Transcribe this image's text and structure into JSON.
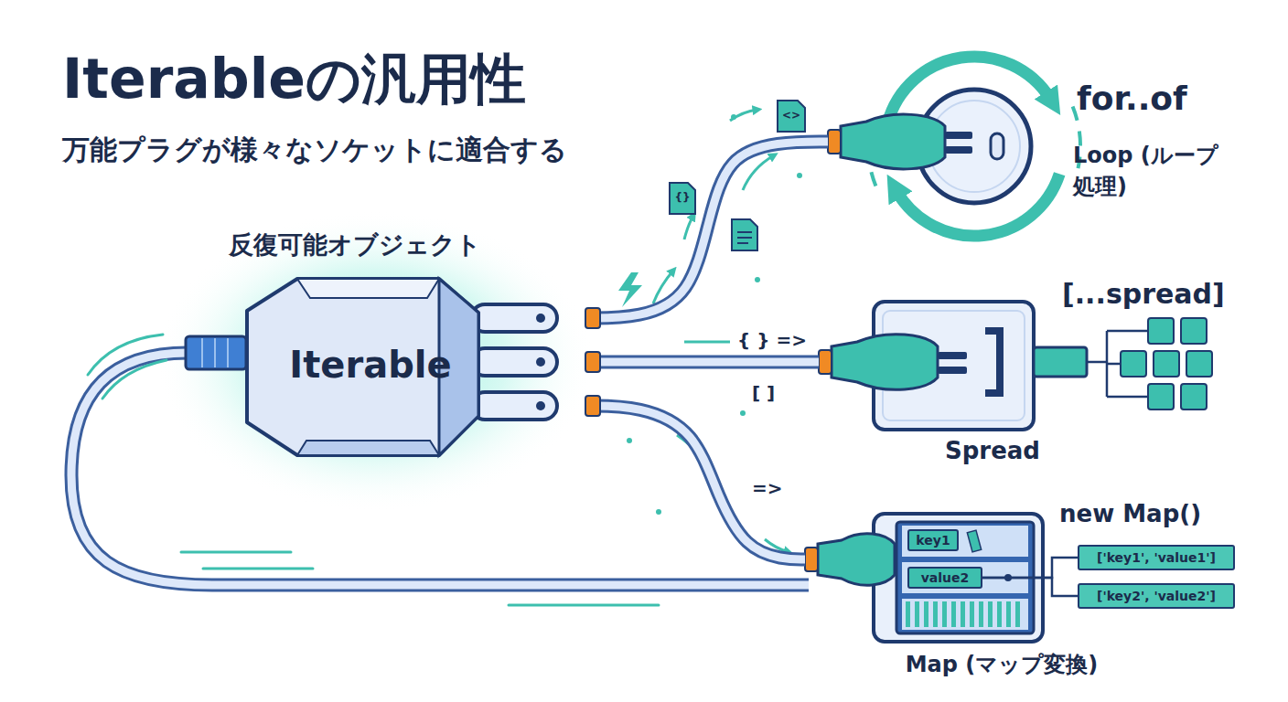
{
  "diagram": {
    "title": "Iterableの汎用性",
    "nodes": [
      {
        "text": [
          "反復可能オブジェクト",
          "Iterable"
        ]
      },
      {
        "text": [
          "for..of",
          "Loop (ループ処理)"
        ]
      },
      {
        "text": [
          "[...spread]",
          "Spread"
        ]
      },
      {
        "text": [
          "new Map()",
          "Map (マップ変換)"
        ]
      },
      {
        "text": [
          "key1"
        ],
        "in": 3
      },
      {
        "text": [
          "value2"
        ],
        "in": 3
      },
      {
        "text": [
          "['key1', 'value1']"
        ]
      },
      {
        "text": [
          "['key2', 'value2']"
        ]
      }
    ],
    "edges": [
      {
        "from": 0,
        "to": 1,
        "arrow": "none"
      },
      {
        "from": 0,
        "to": 2,
        "label": "{ } =>",
        "arrow": "none"
      },
      {
        "from": 0,
        "to": 3,
        "label": "=>",
        "arrow": "none"
      },
      {
        "from": 5,
        "to": 6,
        "arrow": "none"
      },
      {
        "from": 5,
        "to": 7,
        "arrow": "none"
      }
    ],
    "labels": [
      "万能プラグが様々なソケットに適合する",
      "[ ]",
      "<>",
      "{}"
    ]
  }
}
